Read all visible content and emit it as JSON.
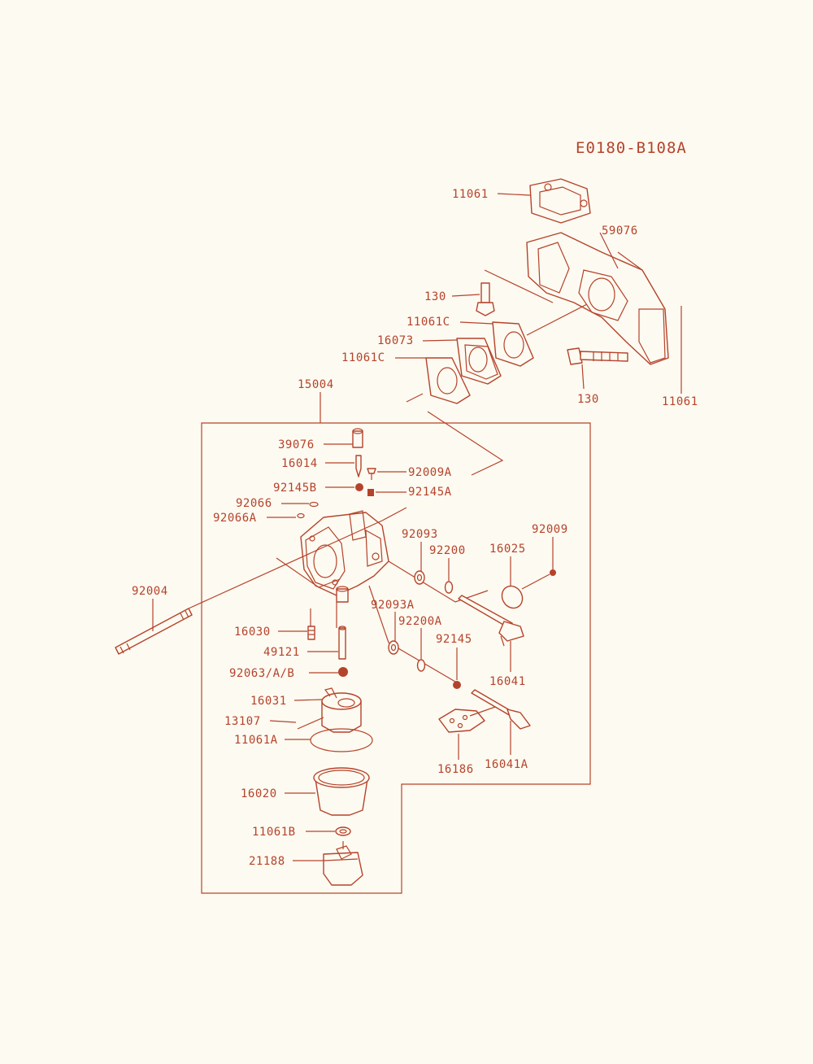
{
  "diagram_code": "E0180-B108A",
  "colors": {
    "ink": "#b5432b",
    "paper": "#fdfaf1"
  },
  "labels": {
    "l11061_top": "11061",
    "l59076": "59076",
    "l130_top": "130",
    "l11061C_a": "11061C",
    "l16073": "16073",
    "l11061C_b": "11061C",
    "l130_bottom": "130",
    "l11061_right": "11061",
    "l15004": "15004",
    "l39076": "39076",
    "l16014": "16014",
    "l92009A": "92009A",
    "l92145B": "92145B",
    "l92145A": "92145A",
    "l92066": "92066",
    "l92066A": "92066A",
    "l92093": "92093",
    "l92200": "92200",
    "l16025": "16025",
    "l92009": "92009",
    "l92004": "92004",
    "l92093A": "92093A",
    "l92200A": "92200A",
    "l92145": "92145",
    "l16030": "16030",
    "l49121": "49121",
    "l92063": "92063/A/B",
    "l16041": "16041",
    "l16031": "16031",
    "l13107": "13107",
    "l11061A": "11061A",
    "l16186": "16186",
    "l16041A": "16041A",
    "l16020": "16020",
    "l11061B": "11061B",
    "l21188": "21188"
  }
}
